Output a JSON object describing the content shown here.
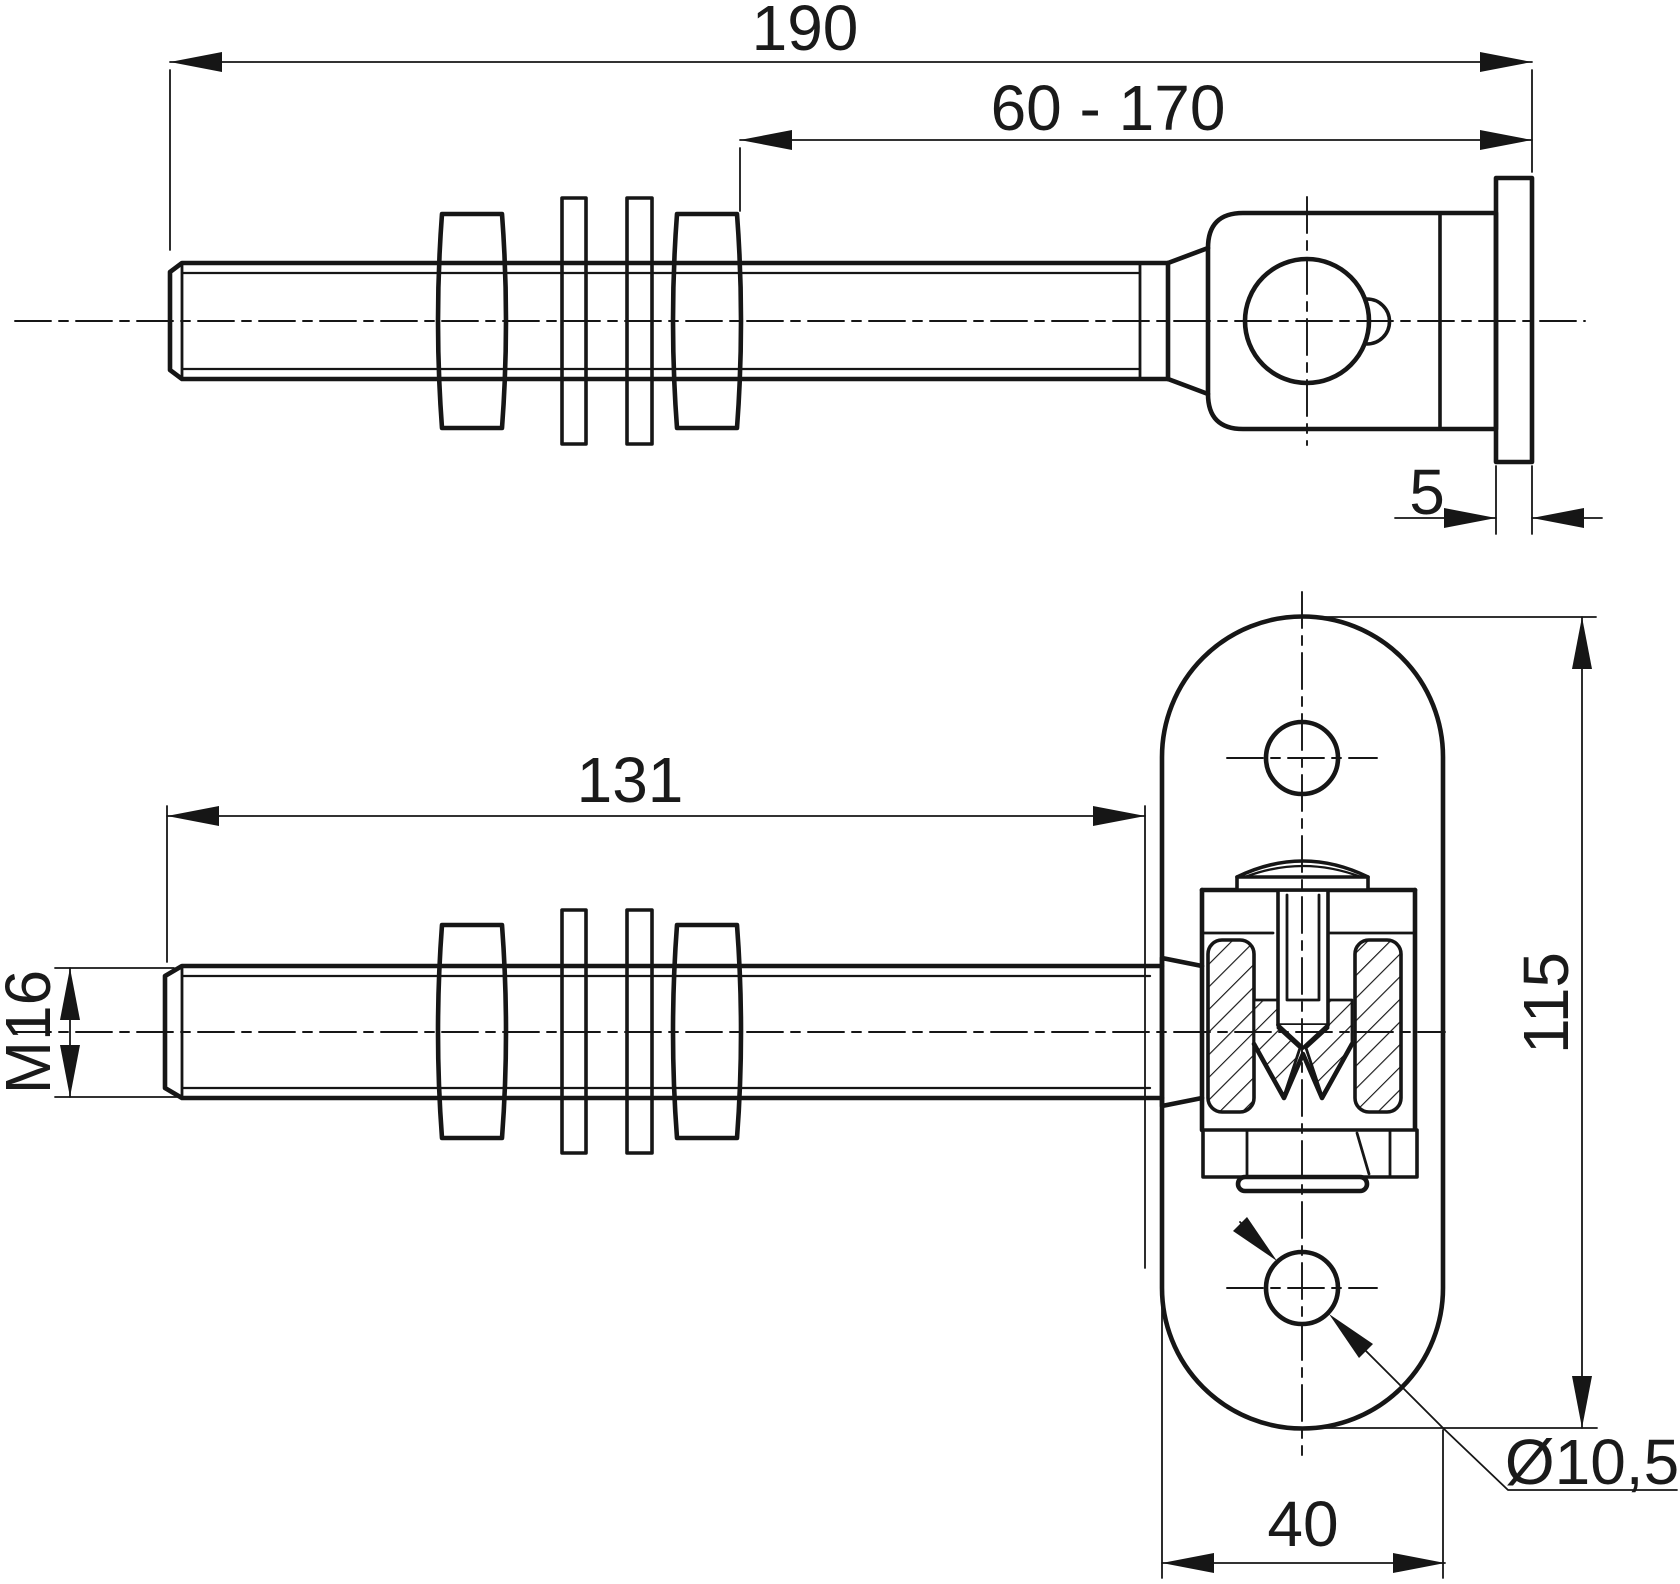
{
  "drawing": {
    "type": "technical-drawing",
    "subject": "adjustable gate hinge with threaded rod, nuts, washers and mounting plate",
    "views": {
      "top": "side view",
      "bottom": "front view with section"
    },
    "colors": {
      "line": "#161616",
      "background": "#ffffff"
    }
  },
  "dimensions": {
    "overall_length": "190",
    "adjustment_range": "60 - 170",
    "plate_thickness": "5",
    "rod_length": "131",
    "thread_size": "M16",
    "plate_height": "115",
    "plate_width": "40",
    "hole_diameter": "Ø10,5"
  }
}
